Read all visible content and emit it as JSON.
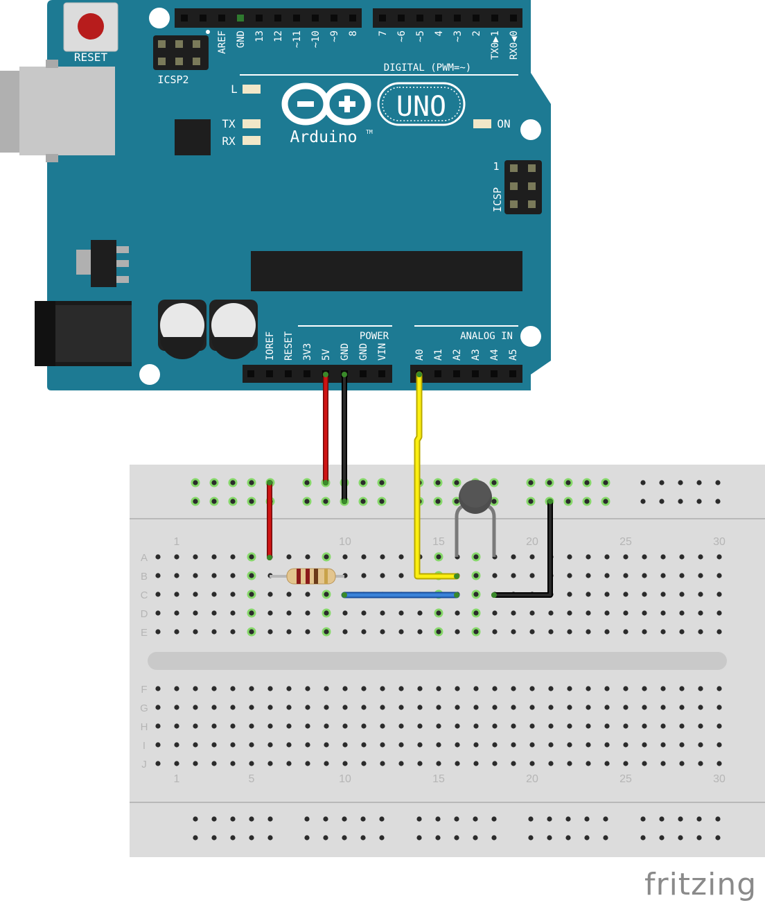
{
  "board": {
    "reset_label": "RESET",
    "icsp2_label": "ICSP2",
    "icsp_label": "ICSP",
    "icsp_pin1": "1",
    "logo_name": "Arduino",
    "logo_tm": "TM",
    "model": "UNO",
    "led_l": "L",
    "led_tx": "TX",
    "led_rx": "RX",
    "led_on": "ON",
    "digital_header": "DIGITAL (PWM=~)",
    "digital_pins": [
      "AREF",
      "GND",
      "13",
      "12",
      "~11",
      "~10",
      "~9",
      "8",
      "7",
      "~6",
      "~5",
      "4",
      "~3",
      "2",
      "TX0▶1",
      "RX0◀0"
    ],
    "power_header": "POWER",
    "power_pins": [
      "IOREF",
      "RESET",
      "3V3",
      "5V",
      "GND",
      "GND",
      "VIN"
    ],
    "analog_header": "ANALOG IN",
    "analog_pins": [
      "A0",
      "A1",
      "A2",
      "A3",
      "A4",
      "A5"
    ]
  },
  "breadboard": {
    "column_labels_top": [
      "1",
      "10",
      "15",
      "20",
      "25",
      "30"
    ],
    "column_labels_bottom": [
      "1",
      "5",
      "10",
      "15",
      "20",
      "25",
      "30"
    ],
    "rows_top": [
      "A",
      "B",
      "C",
      "D",
      "E"
    ],
    "rows_bottom": [
      "F",
      "G",
      "H",
      "I",
      "J"
    ]
  },
  "components": {
    "resistor": "resistor",
    "thermistor": "thermistor"
  },
  "colors": {
    "board": "#1d7a93",
    "wire_red": "#cc1111",
    "wire_black": "#111111",
    "wire_yellow": "#f7ea00",
    "wire_blue": "#2f6fcf",
    "breadboard": "#dcdcdc",
    "connected_hole": "#86d86a"
  },
  "brand": "fritzing"
}
